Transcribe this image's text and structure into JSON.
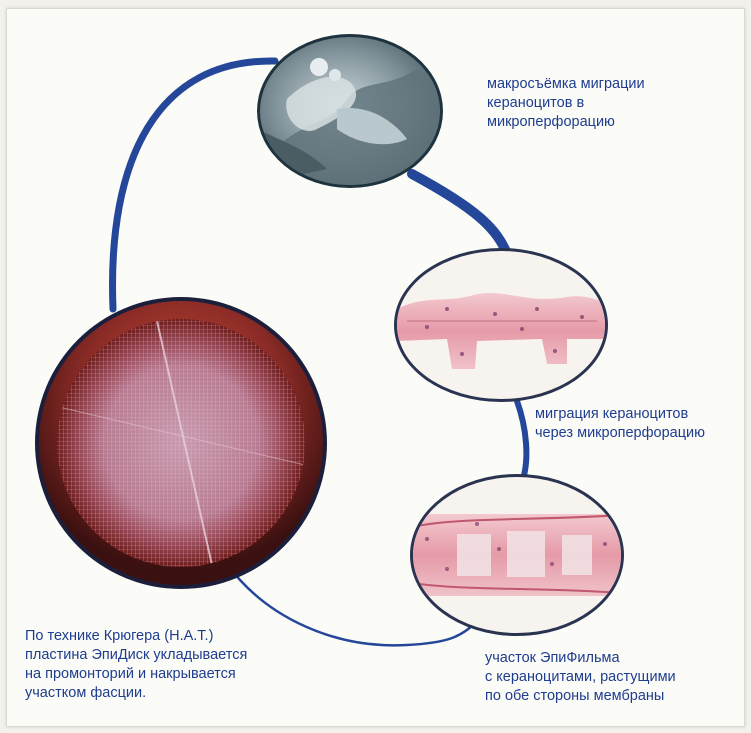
{
  "captions": {
    "macro": {
      "lines": [
        "макросъёмка миграции",
        "кераноцитов в",
        "микроперфорацию"
      ]
    },
    "migration": {
      "lines": [
        "миграция кераноцитов",
        "через микроперфорацию"
      ]
    },
    "epifilm": {
      "lines": [
        "участок ЭпиФильма",
        "с кераноцитами, растущими",
        "по обе стороны мембраны"
      ]
    },
    "kruger": {
      "lines": [
        "По технике Крюгера (Н.А.Т.)",
        "пластина ЭпиДиск  укладывается",
        "на промонторий и накрывается",
        "участком фасции."
      ]
    }
  },
  "colors": {
    "text": "#1f3d8f",
    "arc": "#24479a",
    "disc_ring": "#8a2a26",
    "disc_center": "#b7758d",
    "tissue": "#e9a9b3"
  },
  "icons": {
    "sem_photo": "electron-micrograph",
    "histology_1": "histology-section-perforated",
    "histology_2": "histology-section-membrane",
    "disc": "epidisc-membrane"
  }
}
